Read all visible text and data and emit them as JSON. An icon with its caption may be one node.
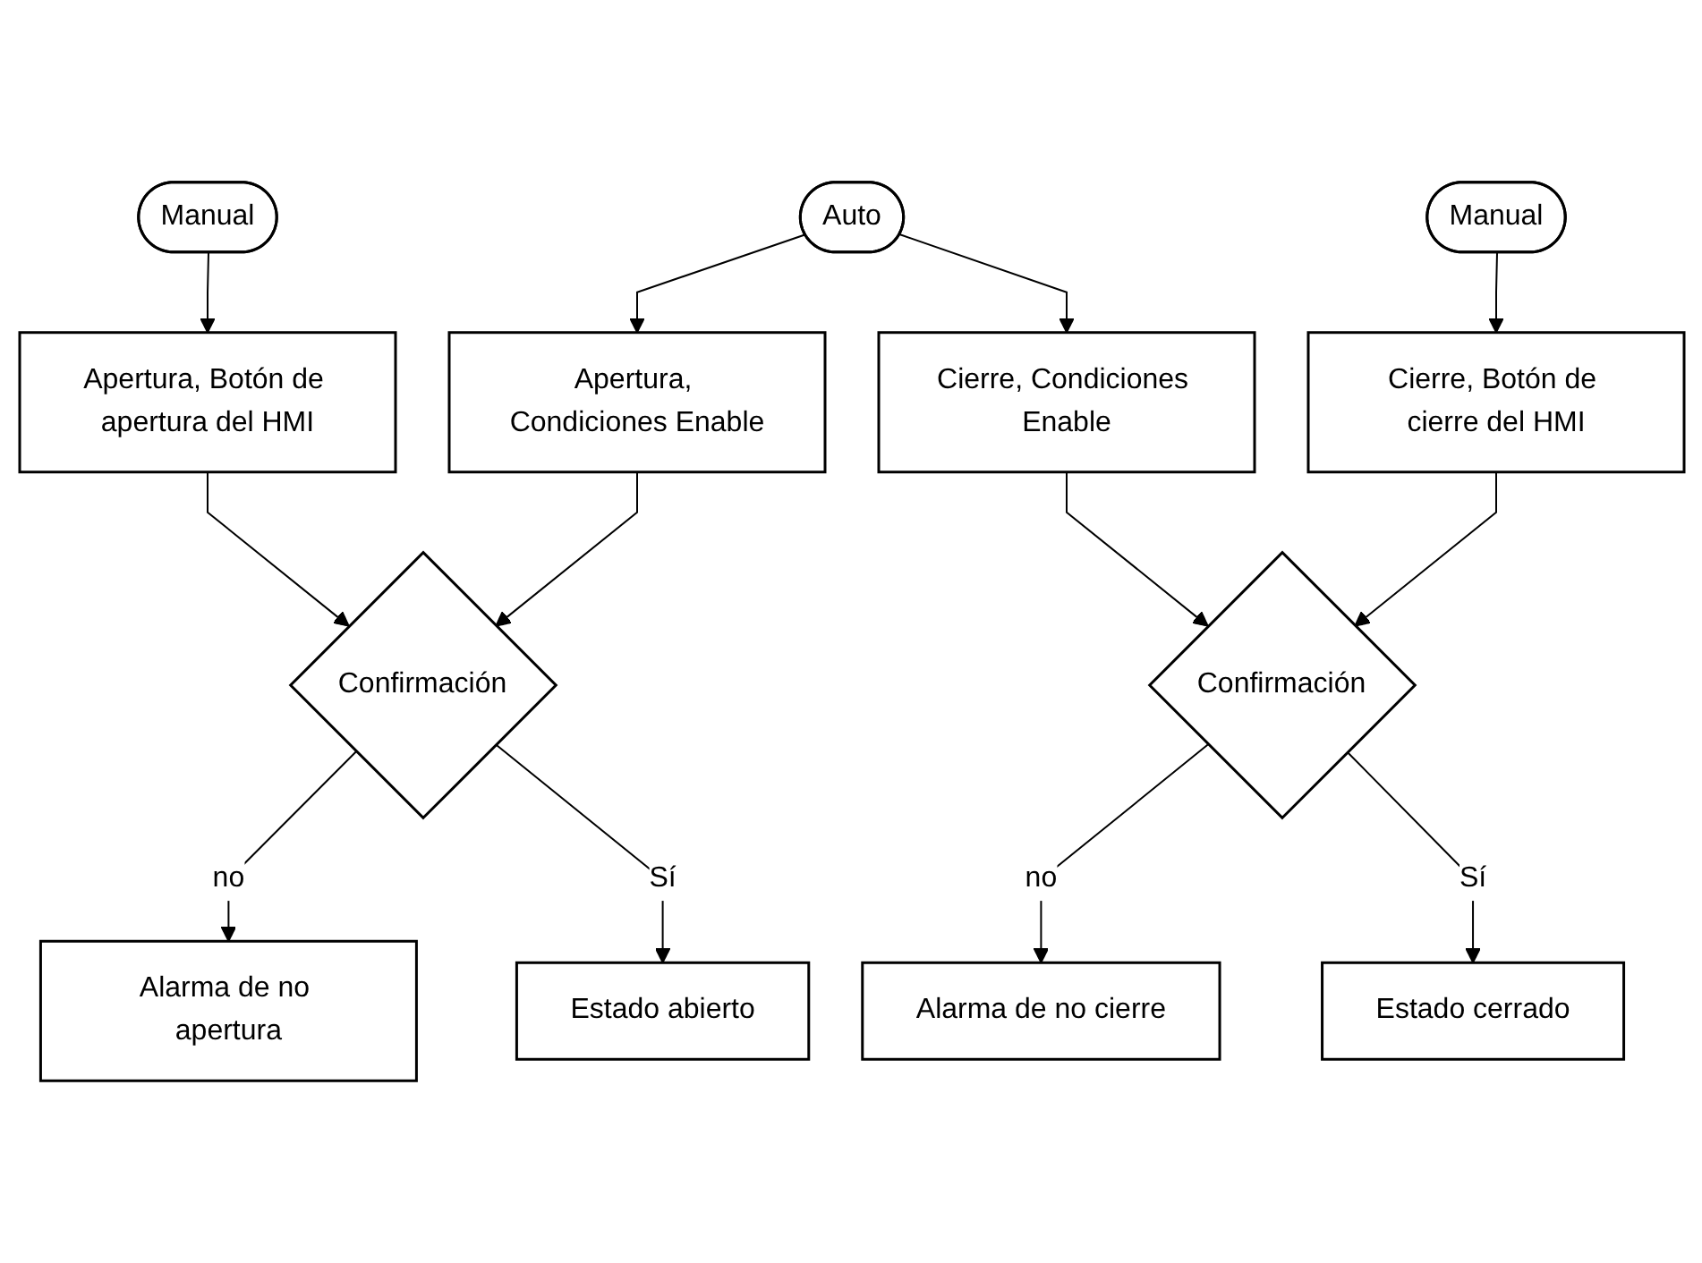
{
  "diagram": {
    "nodes": [
      {
        "text": [
          "Manual"
        ]
      },
      {
        "text": [
          "Auto"
        ]
      },
      {
        "text": [
          "Manual"
        ]
      },
      {
        "text": [
          "Apertura, Botón de apertura del HMI"
        ]
      },
      {
        "text": [
          "Apertura, Condiciones Enable"
        ]
      },
      {
        "text": [
          "Cierre, Condiciones Enable"
        ]
      },
      {
        "text": [
          "Cierre, Botón de cierre del HMI"
        ]
      },
      {
        "text": [
          "Confirmación"
        ]
      },
      {
        "text": [
          "Confirmación"
        ]
      },
      {
        "text": [
          "Alarma de no apertura"
        ]
      },
      {
        "text": [
          "Alarma de no cierre"
        ]
      },
      {
        "text": [
          "Estado abierto"
        ]
      },
      {
        "text": [
          "Estado cerrado"
        ]
      }
    ],
    "edges": [
      {
        "from": 0,
        "to": 3,
        "arrow": "to"
      },
      {
        "from": 1,
        "to": 4,
        "arrow": "to"
      },
      {
        "from": 1,
        "to": 5,
        "arrow": "to"
      },
      {
        "from": 2,
        "to": 6,
        "arrow": "to"
      },
      {
        "from": 3,
        "to": 7,
        "arrow": "to"
      },
      {
        "from": 4,
        "to": 7,
        "arrow": "to"
      },
      {
        "from": 5,
        "to": 8,
        "arrow": "to"
      },
      {
        "from": 6,
        "to": 8,
        "arrow": "to"
      },
      {
        "from": 7,
        "to": 9,
        "label": "no",
        "arrow": "to"
      },
      {
        "from": 8,
        "to": 10,
        "label": "no",
        "arrow": "to"
      },
      {
        "from": 7,
        "to": 11,
        "label": "Sí",
        "arrow": "to"
      },
      {
        "from": 8,
        "to": 12,
        "label": "Sí",
        "arrow": "to"
      }
    ]
  }
}
